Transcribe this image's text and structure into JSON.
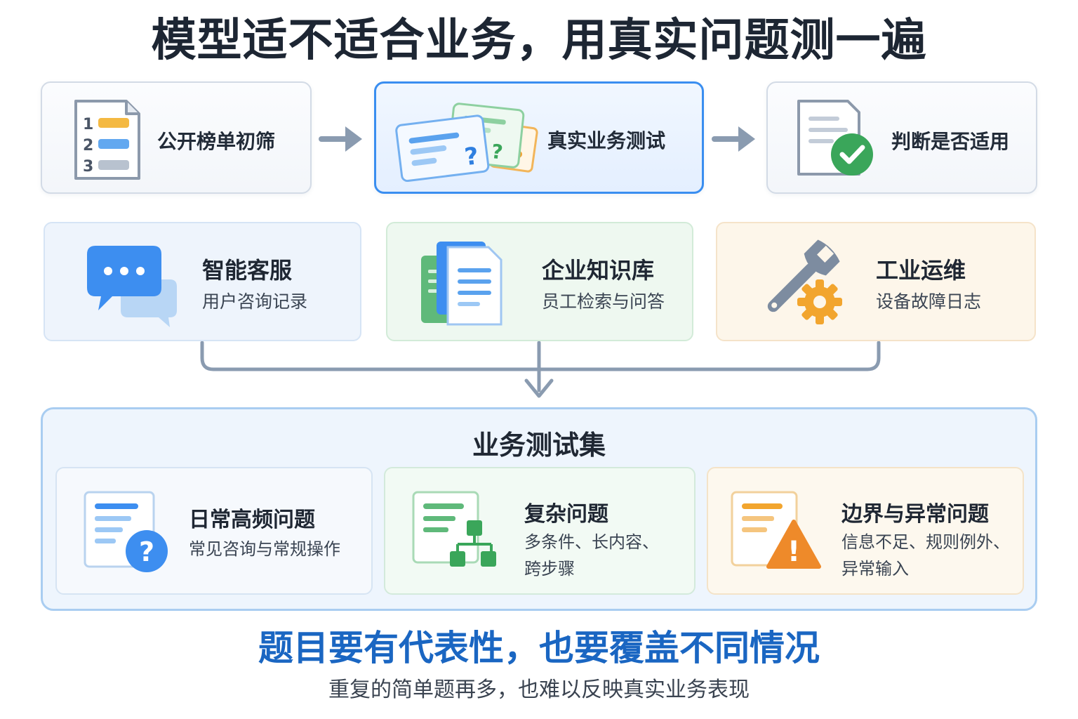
{
  "title": "模型适不适合业务，用真实问题测一遍",
  "flow": {
    "step1": {
      "label": "公开榜单初筛",
      "icon": "ranked-list-icon",
      "list_numbers": [
        "1",
        "2",
        "3"
      ]
    },
    "step2": {
      "label": "真实业务测试",
      "icon": "question-cards-icon",
      "glyph": "?"
    },
    "step3": {
      "label": "判断是否适用",
      "icon": "document-check-icon"
    }
  },
  "scenarios": [
    {
      "title": "智能客服",
      "subtitle": "用户咨询记录",
      "icon": "chat-bubbles-icon"
    },
    {
      "title": "企业知识库",
      "subtitle": "员工检索与问答",
      "icon": "documents-icon"
    },
    {
      "title": "工业运维",
      "subtitle": "设备故障日志",
      "icon": "wrench-gear-icon"
    }
  ],
  "test_set": {
    "title": "业务测试集",
    "cards": [
      {
        "title": "日常高频问题",
        "subtitle": "常见咨询与常规操作",
        "icon": "document-question-icon",
        "glyph": "?"
      },
      {
        "title": "复杂问题",
        "subtitle_line1": "多条件、长内容、",
        "subtitle_line2": "跨步骤",
        "icon": "document-flowchart-icon"
      },
      {
        "title": "边界与异常问题",
        "subtitle_line1": "信息不足、规则例外、",
        "subtitle_line2": "异常输入",
        "icon": "document-warning-icon",
        "glyph": "!"
      }
    ]
  },
  "footer": {
    "headline": "题目要有代表性，也要覆盖不同情况",
    "subline": "重复的简单题再多，也难以反映真实业务表现"
  },
  "colors": {
    "accent_blue": "#3a8ef0",
    "green": "#3aa65a",
    "orange": "#f0a030",
    "headline_blue": "#1a66c2",
    "arrow_gray": "#8a9bb0"
  }
}
